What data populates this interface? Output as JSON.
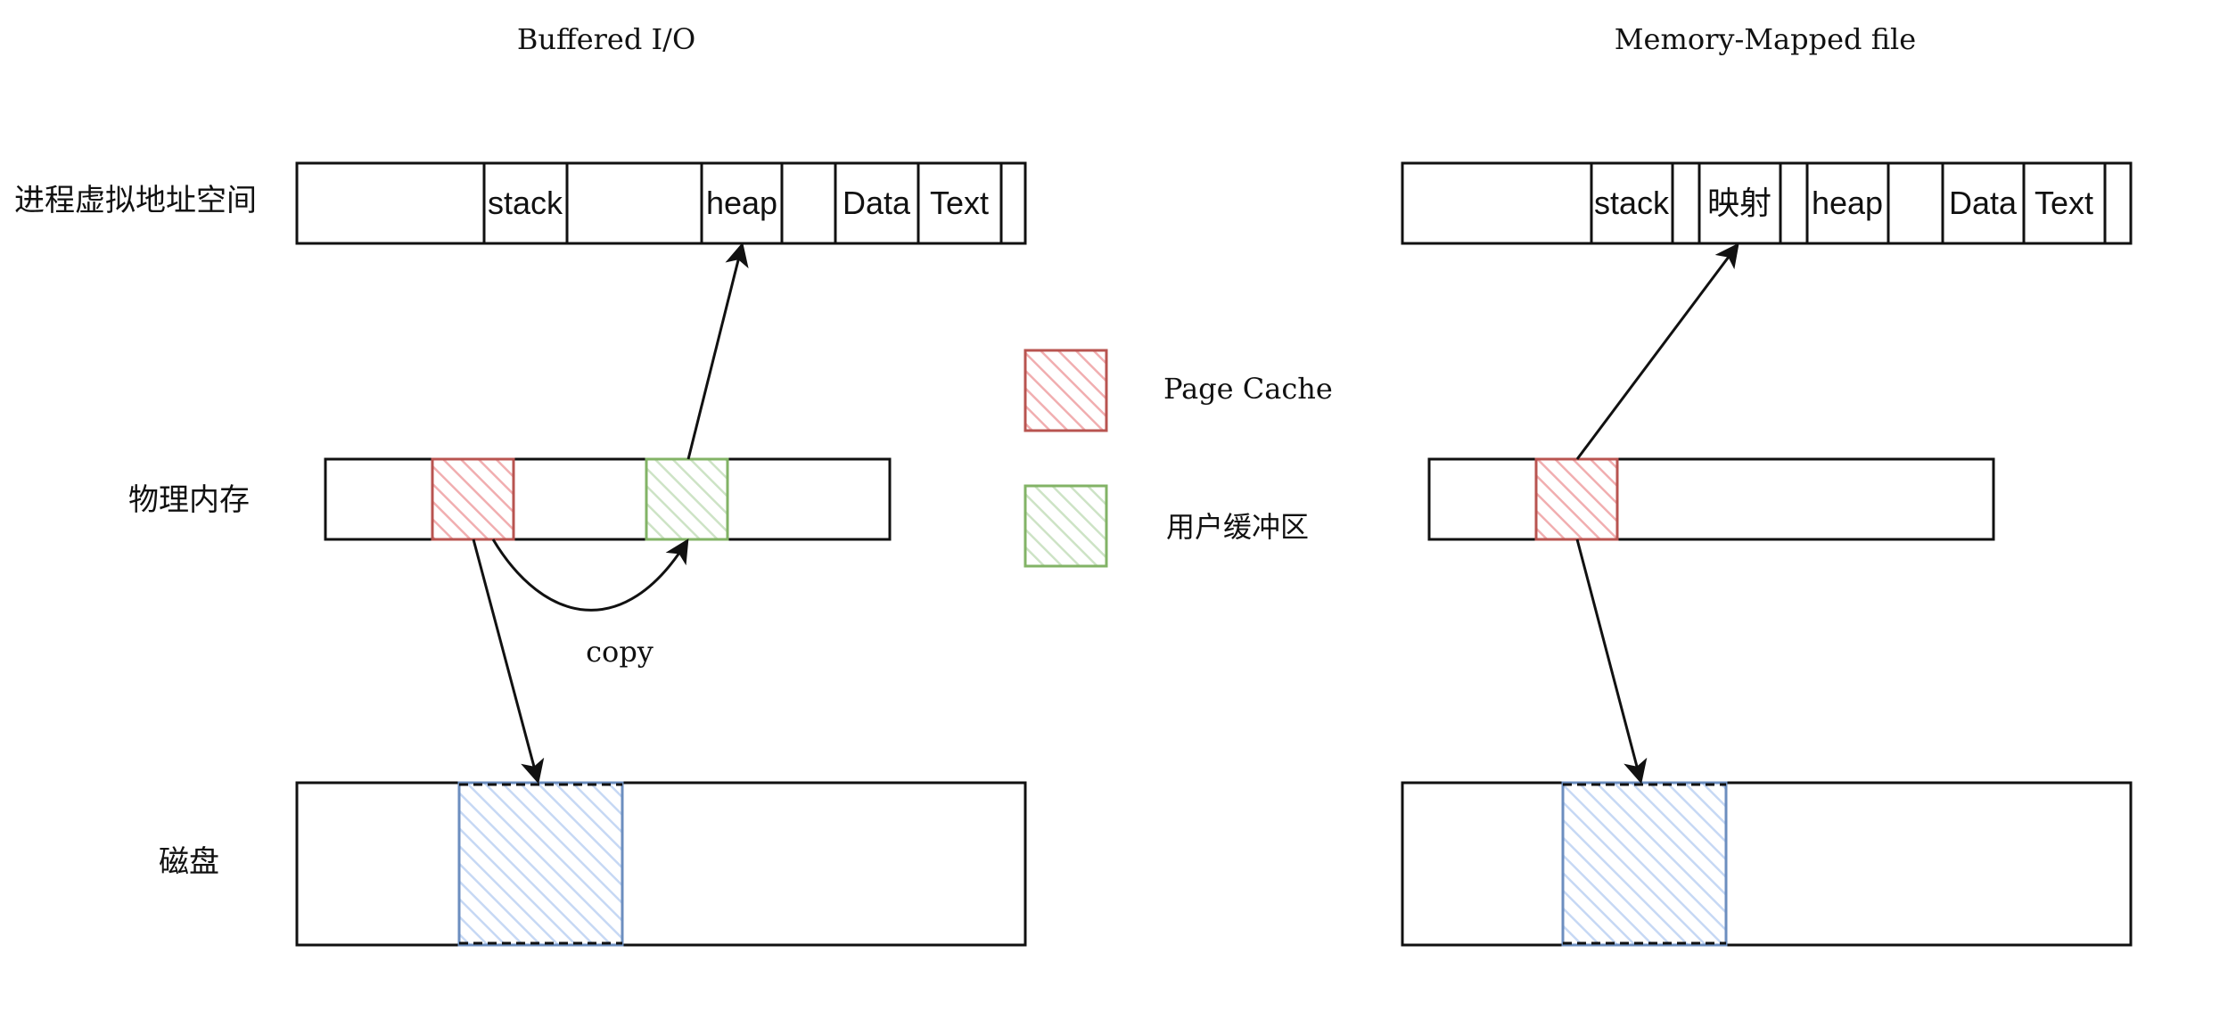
{
  "titles": {
    "left": "Buffered I/O",
    "right": "Memory-Mapped file"
  },
  "rows": {
    "virtual": "进程虚拟地址空间",
    "physical": "物理内存",
    "disk": "磁盘"
  },
  "left_segments": [
    "stack",
    "heap",
    "Data",
    "Text"
  ],
  "right_segments": [
    "stack",
    "映射",
    "heap",
    "Data",
    "Text"
  ],
  "legend": {
    "page_cache": "Page Cache",
    "user_buffer": "用户缓冲区"
  },
  "copy_label": "copy",
  "colors": {
    "page_cache_stroke": "#b85450",
    "page_cache_fill": "#f8cecc",
    "user_buffer_stroke": "#82b366",
    "user_buffer_fill": "#d5e8d4",
    "disk_block_stroke": "#6c8ebf",
    "disk_block_fill": "#dae8fc"
  }
}
